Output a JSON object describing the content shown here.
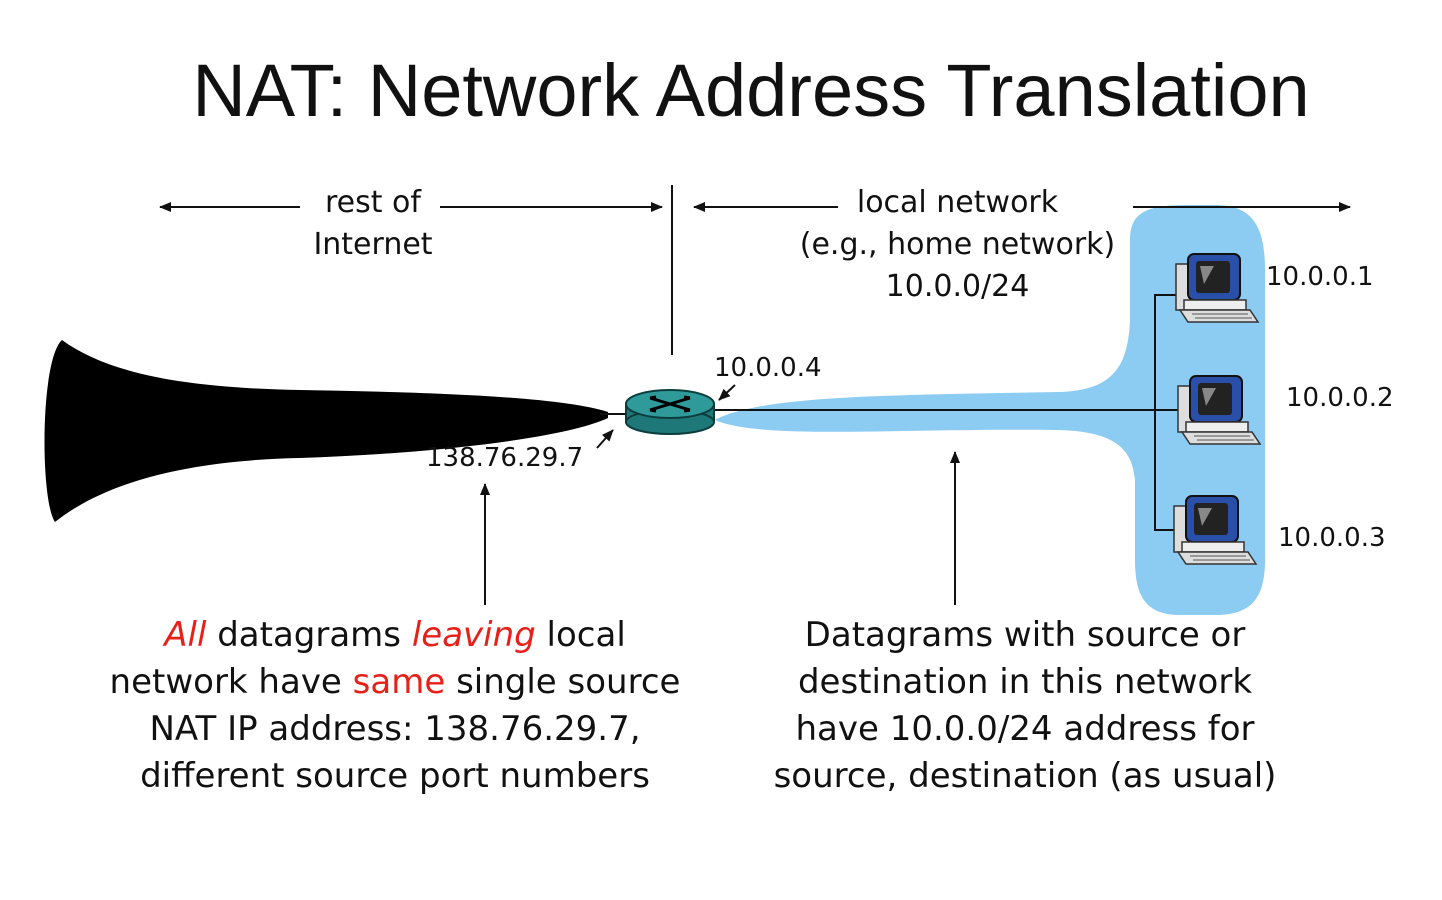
{
  "title": "NAT: Network Address Translation",
  "headers": {
    "rest_of_internet": [
      "rest of",
      "Internet"
    ],
    "local_network": [
      "local network",
      "(e.g., home network)",
      "10.0.0/24"
    ]
  },
  "addresses": {
    "router_local": "10.0.0.4",
    "router_public": "138.76.29.7",
    "host1": "10.0.0.1",
    "host2": "10.0.0.2",
    "host3": "10.0.0.3"
  },
  "note_left": {
    "w_all": "All",
    "w_datagrams": " datagrams ",
    "w_leaving": "leaving",
    "w_local": " local",
    "l2a": "network have ",
    "w_same": "same",
    "l2b": " single source",
    "l3": "NAT IP address: 138.76.29.7,",
    "l4": "different source port numbers"
  },
  "note_right": [
    "Datagrams with source or",
    "destination in this network",
    "have 10.0.0/24 address for",
    "source, destination (as usual)"
  ],
  "colors": {
    "local_net_fill": "#8ccbf2",
    "router_fill": "#2e9a9a",
    "emphasis_red": "#e8201a"
  }
}
